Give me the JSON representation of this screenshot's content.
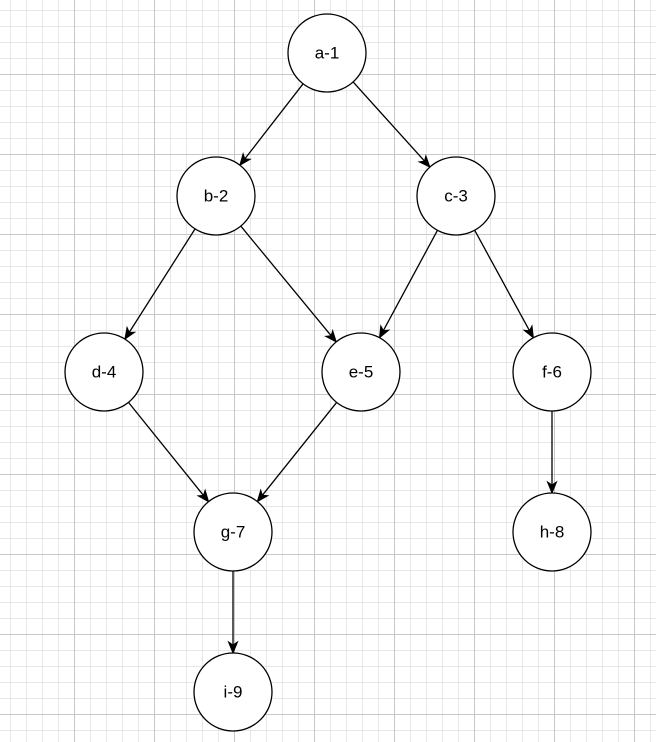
{
  "diagram": {
    "colors": {
      "node_fill": "#ffffff",
      "stroke": "#000000",
      "grid_major": "#c8c8c8",
      "grid_minor": "#e7e7e7"
    },
    "nodes": [
      {
        "id": "a",
        "label": "a-1"
      },
      {
        "id": "b",
        "label": "b-2"
      },
      {
        "id": "c",
        "label": "c-3"
      },
      {
        "id": "d",
        "label": "d-4"
      },
      {
        "id": "e",
        "label": "e-5"
      },
      {
        "id": "f",
        "label": "f-6"
      },
      {
        "id": "g",
        "label": "g-7"
      },
      {
        "id": "h",
        "label": "h-8"
      },
      {
        "id": "i",
        "label": "i-9"
      }
    ],
    "edges": [
      {
        "from": "a",
        "to": "b"
      },
      {
        "from": "a",
        "to": "c"
      },
      {
        "from": "b",
        "to": "d"
      },
      {
        "from": "b",
        "to": "e"
      },
      {
        "from": "c",
        "to": "e"
      },
      {
        "from": "c",
        "to": "f"
      },
      {
        "from": "d",
        "to": "g"
      },
      {
        "from": "e",
        "to": "g"
      },
      {
        "from": "f",
        "to": "h"
      },
      {
        "from": "g",
        "to": "i"
      }
    ]
  }
}
